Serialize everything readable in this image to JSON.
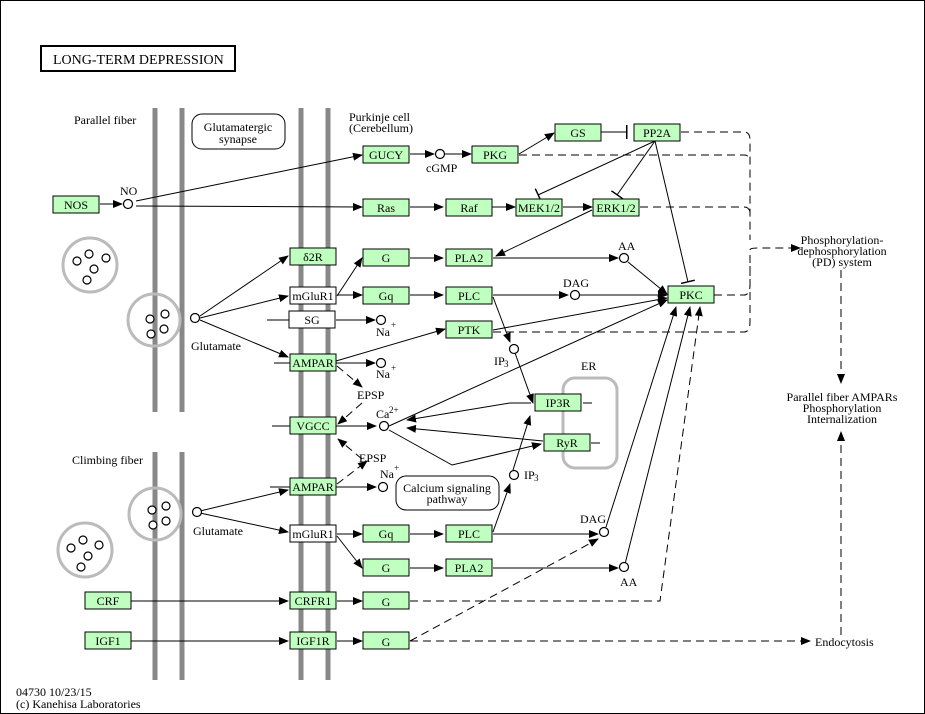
{
  "title": "LONG-TERM  DEPRESSION",
  "footer": {
    "map_id": "04730 10/23/15",
    "copyright": "(c) Kanehisa Laboratories"
  },
  "regions": {
    "parallel_fiber": "Parallel fiber",
    "climbing_fiber": "Climbing fiber",
    "purkinje_1": "Purkinje cell",
    "purkinje_2": "(Cerebellum)",
    "er": "ER"
  },
  "maps": {
    "glutamatergic_1": "Glutamatergic",
    "glutamatergic_2": "synapse",
    "calcium_1": "Calcium signaling",
    "calcium_2": "pathway"
  },
  "nodes": {
    "nos": "NOS",
    "gucy": "GUCY",
    "pkg": "PKG",
    "gs": "GS",
    "pp2a": "PP2A",
    "ras": "Ras",
    "raf": "Raf",
    "mek": "MEK1/2",
    "erk": "ERK1/2",
    "d2r": "δ2R",
    "g1": "G",
    "pla2_1": "PLA2",
    "mglur1_1": "mGluR1",
    "gq1": "Gq",
    "plc1": "PLC",
    "pkc": "PKC",
    "sg": "SG",
    "ptk": "PTK",
    "ampar1": "AMPAR",
    "vgcc": "VGCC",
    "ip3r": "IP3R",
    "ryr": "RyR",
    "ampar2": "AMPAR",
    "mglur1_2": "mGluR1",
    "gq2": "Gq",
    "plc2": "PLC",
    "g2": "G",
    "pla2_2": "PLA2",
    "crf": "CRF",
    "crfr1": "CRFR1",
    "g3": "G",
    "igf1": "IGF1",
    "igf1r": "IGF1R",
    "g4": "G"
  },
  "compounds": {
    "no": "NO",
    "cgmp": "cGMP",
    "glutamate1": "Glutamate",
    "glutamate2": "Glutamate",
    "aa1": "AA",
    "dag1": "DAG",
    "na1": "Na",
    "na2": "Na",
    "na3": "Na",
    "plus": "+",
    "ip3_1": "IP",
    "ip3_2": "IP",
    "sub3": "3",
    "ca": "Ca",
    "ca_sup": "2+",
    "epsp1": "EPSP",
    "epsp2": "EPSP",
    "dag2": "DAG",
    "aa2": "AA"
  },
  "outcomes": {
    "pd_1": "Phosphorylation-",
    "pd_2": "dephosphorylation",
    "pd_3": "(PD) system",
    "ampa_1": "Parallel fiber AMPARs",
    "ampa_2": "Phosphorylation",
    "ampa_3": "Internalization",
    "endocytosis": "Endocytosis"
  }
}
